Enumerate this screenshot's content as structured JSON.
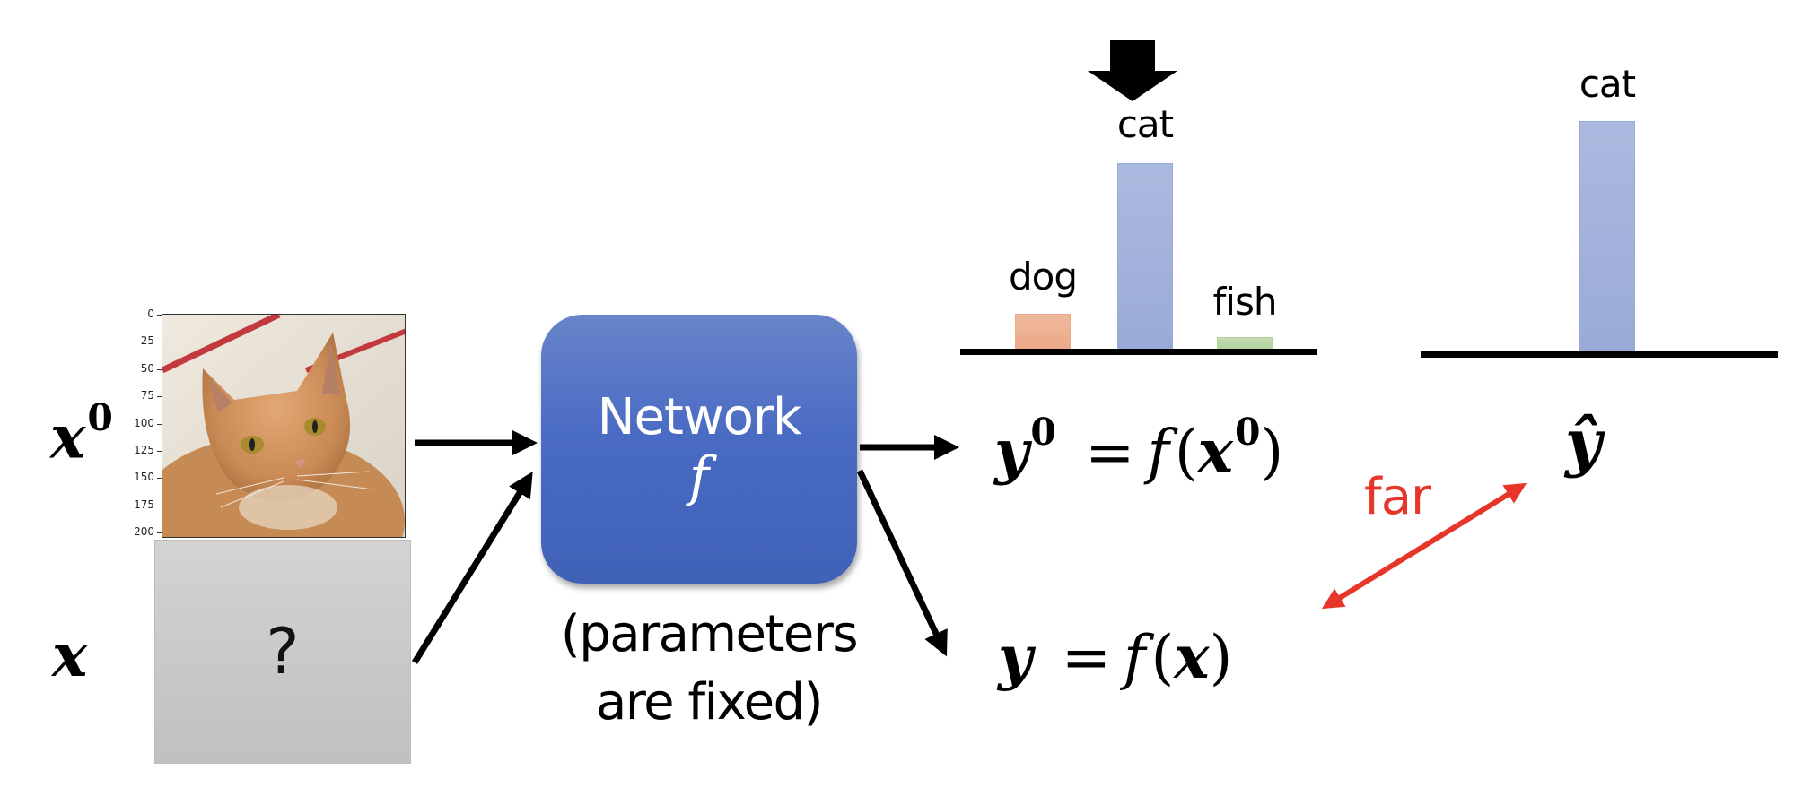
{
  "inputs": {
    "original_label": "x",
    "original_sup": "0",
    "query_label": "x",
    "query_placeholder": "?"
  },
  "image_axis": {
    "ticks": [
      "0",
      "25",
      "50",
      "75",
      "100",
      "125",
      "150",
      "175",
      "200"
    ]
  },
  "network": {
    "title": "Network",
    "symbol": "f",
    "note_line1": "(parameters",
    "note_line2": "are fixed)"
  },
  "outputs": {
    "y0_equation": {
      "lhs": "y",
      "lhs_sup": "0",
      "eq": "=",
      "fn": "f",
      "open": "(",
      "arg": "x",
      "arg_sup": "0",
      "close": ")"
    },
    "y_equation": {
      "lhs": "y",
      "eq": "=",
      "fn": "f",
      "open": "(",
      "arg": "x",
      "close": ")"
    },
    "target_label": "ŷ",
    "distance_label": "far"
  },
  "colors": {
    "network_blue": "#4a6bc4",
    "cat_bar": "#9aaad8",
    "dog_bar": "#eba988",
    "fish_bar": "#b5d3a0",
    "far_red": "#e8352a",
    "query_gray": "#c8c8c8"
  },
  "chart_data": [
    {
      "type": "bar",
      "title": "",
      "name": "prediction y0",
      "categories": [
        "dog",
        "cat",
        "fish"
      ],
      "values": [
        0.15,
        0.8,
        0.05
      ],
      "colors": [
        "#eba988",
        "#9aaad8",
        "#b5d3a0"
      ],
      "highlight": "cat",
      "ylim": [
        0,
        1
      ],
      "grid": false
    },
    {
      "type": "bar",
      "title": "",
      "name": "target y-hat",
      "categories": [
        "cat"
      ],
      "values": [
        1.0
      ],
      "colors": [
        "#9aaad8"
      ],
      "ylim": [
        0,
        1
      ],
      "grid": false
    }
  ]
}
